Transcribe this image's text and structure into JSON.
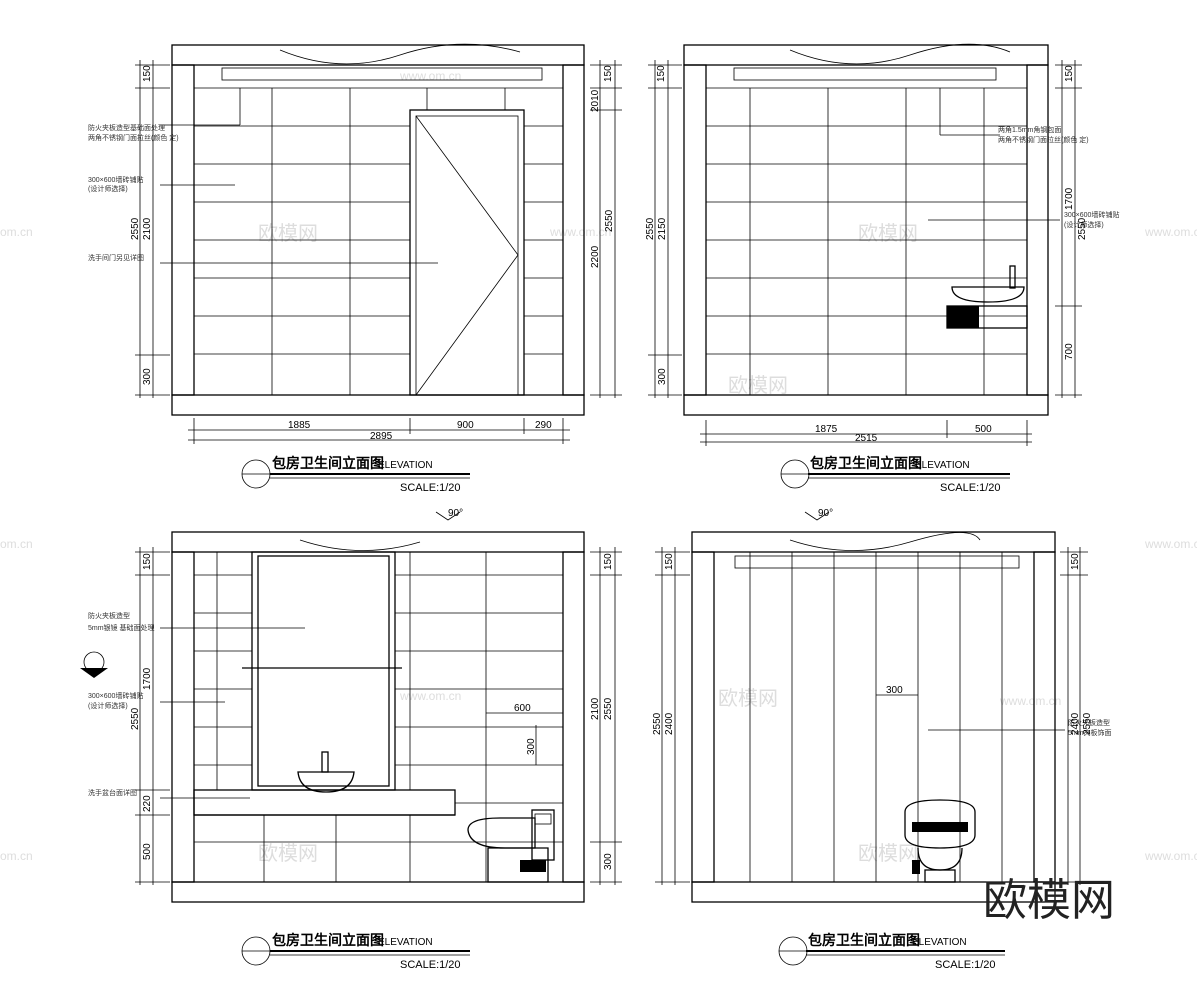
{
  "watermark": {
    "logo": "欧模网",
    "site": "www.om.cn",
    "site_short": "om.cn",
    "logo_small": "欧模网"
  },
  "panels": [
    {
      "id": "elev-a",
      "title": "包房卫生间立面图",
      "subtitle": "ELEVATION",
      "scale": "SCALE:1/20",
      "bottom_dims": [
        "1885",
        "900",
        "290"
      ],
      "total_dim": "2895",
      "left_dims": [
        "150",
        "2100",
        "2550",
        "300"
      ],
      "right_dims": [
        "150",
        "2010",
        "2200",
        "2550"
      ],
      "notes": [
        "防火夹板造型基础面处理",
        "两角不锈钢门面拉丝(颜色 定)",
        "300×600墙砖铺贴",
        "(设计师选择)",
        "洗手间门另见详图"
      ]
    },
    {
      "id": "elev-b",
      "title": "包房卫生间立面图",
      "subtitle": "ELEVATION",
      "scale": "SCALE:1/20",
      "bottom_dims": [
        "1875",
        "500"
      ],
      "total_dim": "2515",
      "left_dims": [
        "150",
        "2550",
        "2150",
        "300"
      ],
      "right_dims": [
        "150",
        "1700",
        "2550",
        "700"
      ],
      "notes": [
        "两角1.5mm角钢包面",
        "两角不锈钢门面拉丝(颜色 定)",
        "300×600墙砖铺贴",
        "(设计师选择)"
      ]
    },
    {
      "id": "elev-c",
      "title": "包房卫生间立面图",
      "subtitle": "ELEVATION",
      "scale": "SCALE:1/20",
      "angle": "90°",
      "left_dims": [
        "150",
        "1700",
        "2550",
        "220",
        "500"
      ],
      "right_dims": [
        "150",
        "2100",
        "2550",
        "300"
      ],
      "inner_dims": [
        "600",
        "300"
      ],
      "notes": [
        "防火夹板造型",
        "5mm银镜 基础面处理",
        "300×600墙砖铺贴",
        "(设计师选择)",
        "洗手盆台面详图"
      ]
    },
    {
      "id": "elev-d",
      "title": "包房卫生间立面图",
      "subtitle": "ELEVATION",
      "scale": "SCALE:1/20",
      "angle": "90°",
      "left_dims": [
        "150",
        "2550",
        "2400"
      ],
      "right_dims": [
        "150",
        "2550",
        "2400"
      ],
      "inner_dims": [
        "300"
      ],
      "notes": [
        "防火夹板造型",
        "5mm夹板饰面"
      ]
    }
  ]
}
